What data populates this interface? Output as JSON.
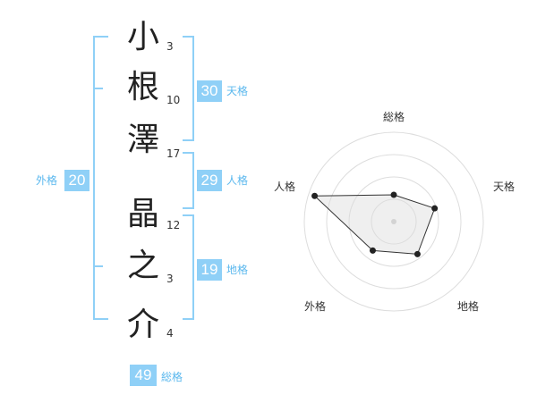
{
  "name_chars": [
    {
      "char": "小",
      "strokes": "3"
    },
    {
      "char": "根",
      "strokes": "10"
    },
    {
      "char": "澤",
      "strokes": "17"
    },
    {
      "char": "晶",
      "strokes": "12"
    },
    {
      "char": "之",
      "strokes": "3"
    },
    {
      "char": "介",
      "strokes": "4"
    }
  ],
  "kakusu": {
    "tenkaku": {
      "value": "30",
      "label": "天格"
    },
    "jinkaku": {
      "value": "29",
      "label": "人格"
    },
    "chikaku": {
      "value": "19",
      "label": "地格"
    },
    "gaikaku": {
      "value": "20",
      "label": "外格"
    },
    "soukaku": {
      "value": "49",
      "label": "総格"
    }
  },
  "colors": {
    "accent": "#8fd0f7",
    "label": "#5bb8ee",
    "text": "#222222"
  },
  "chart_data": {
    "type": "radar",
    "axes": [
      "総格",
      "天格",
      "地格",
      "外格",
      "人格"
    ],
    "values": [
      0.3,
      0.48,
      0.45,
      0.4,
      0.93
    ],
    "range": [
      0,
      1
    ],
    "rings": 4
  }
}
